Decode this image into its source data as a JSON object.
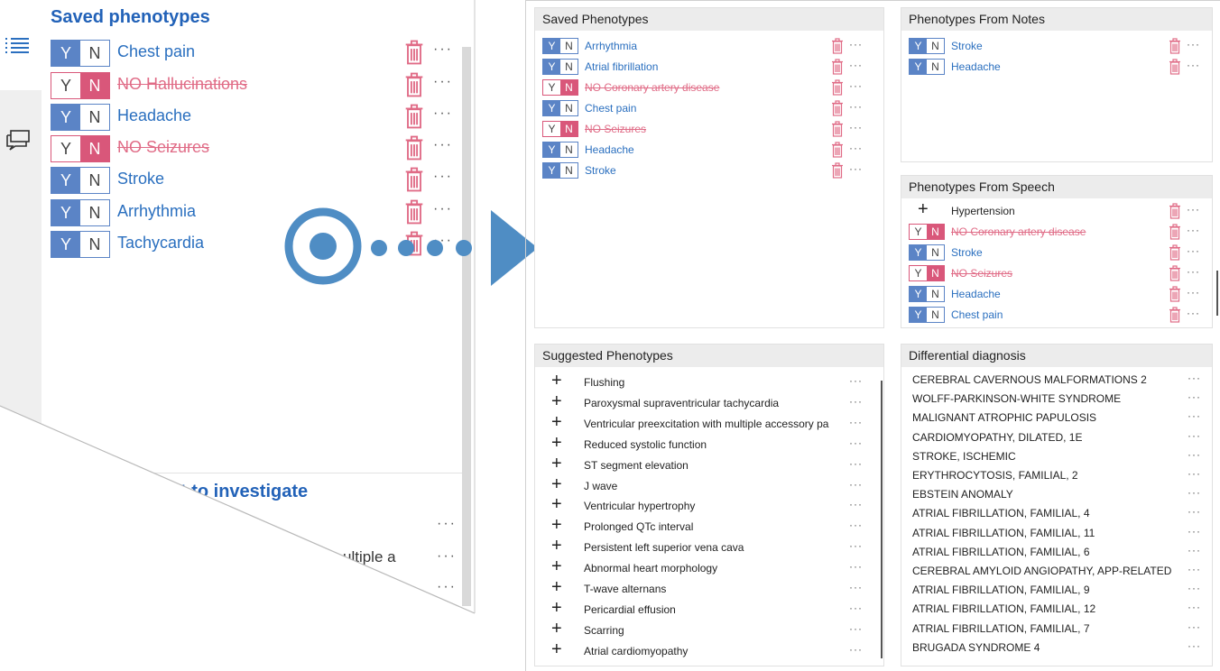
{
  "zoom": {
    "title": "Saved phenotypes",
    "items": [
      {
        "y": "Y",
        "n": "N",
        "label": "Chest pain",
        "state": "yes"
      },
      {
        "y": "Y",
        "n": "N",
        "label": "NO Hallucinations",
        "state": "no"
      },
      {
        "y": "Y",
        "n": "N",
        "label": "Headache",
        "state": "yes"
      },
      {
        "y": "Y",
        "n": "N",
        "label": "NO Seizures",
        "state": "no"
      },
      {
        "y": "Y",
        "n": "N",
        "label": "Stroke",
        "state": "yes"
      },
      {
        "y": "Y",
        "n": "N",
        "label": "Arrhythmia",
        "state": "yes"
      },
      {
        "y": "Y",
        "n": "N",
        "label": "Tachycardia",
        "state": "yes"
      }
    ],
    "sub_title": "t to investigate",
    "partial_text": "ultiple a",
    "dots": "···"
  },
  "saved": {
    "title": "Saved Phenotypes",
    "items": [
      {
        "label": "Arrhythmia",
        "state": "yes"
      },
      {
        "label": "Atrial fibrillation",
        "state": "yes"
      },
      {
        "label": "NO Coronary artery disease",
        "state": "no"
      },
      {
        "label": "Chest pain",
        "state": "yes"
      },
      {
        "label": "NO Seizures",
        "state": "no"
      },
      {
        "label": "Headache",
        "state": "yes"
      },
      {
        "label": "Stroke",
        "state": "yes"
      }
    ]
  },
  "notes": {
    "title": "Phenotypes From Notes",
    "items": [
      {
        "label": "Stroke",
        "state": "yes"
      },
      {
        "label": "Headache",
        "state": "yes"
      }
    ]
  },
  "speech": {
    "title": "Phenotypes From Speech",
    "items": [
      {
        "label": "Hypertension",
        "state": "add"
      },
      {
        "label": "NO Coronary artery disease",
        "state": "no"
      },
      {
        "label": "Stroke",
        "state": "yes"
      },
      {
        "label": "NO Seizures",
        "state": "no"
      },
      {
        "label": "Headache",
        "state": "yes"
      },
      {
        "label": "Chest pain",
        "state": "yes"
      }
    ]
  },
  "suggested": {
    "title": "Suggested Phenotypes",
    "items": [
      "Flushing",
      "Paroxysmal supraventricular tachycardia",
      "Ventricular preexcitation with multiple accessory pa",
      "Reduced systolic function",
      "ST segment elevation",
      "J wave",
      "Ventricular hypertrophy",
      "Prolonged QTc interval",
      "Persistent left superior vena cava",
      "Abnormal heart morphology",
      "T-wave alternans",
      "Pericardial effusion",
      "Scarring",
      "Atrial cardiomyopathy"
    ]
  },
  "differential": {
    "title": "Differential diagnosis",
    "items": [
      "CEREBRAL CAVERNOUS MALFORMATIONS 2",
      "WOLFF-PARKINSON-WHITE SYNDROME",
      "MALIGNANT ATROPHIC PAPULOSIS",
      "CARDIOMYOPATHY, DILATED, 1E",
      "STROKE, ISCHEMIC",
      "ERYTHROCYTOSIS, FAMILIAL, 2",
      "EBSTEIN ANOMALY",
      "ATRIAL FIBRILLATION, FAMILIAL, 4",
      "ATRIAL FIBRILLATION, FAMILIAL, 11",
      "ATRIAL FIBRILLATION, FAMILIAL, 6",
      "CEREBRAL AMYLOID ANGIOPATHY, APP-RELATED",
      "ATRIAL FIBRILLATION, FAMILIAL, 9",
      "ATRIAL FIBRILLATION, FAMILIAL, 12",
      "ATRIAL FIBRILLATION, FAMILIAL, 7",
      "BRUGADA SYNDROME 4"
    ]
  },
  "colors": {
    "accent_blue": "#2a6fbf",
    "yes_fill": "#5b84c6",
    "no_fill": "#d9577a",
    "trash": "#e06b86",
    "connector": "#4f8dc4"
  }
}
